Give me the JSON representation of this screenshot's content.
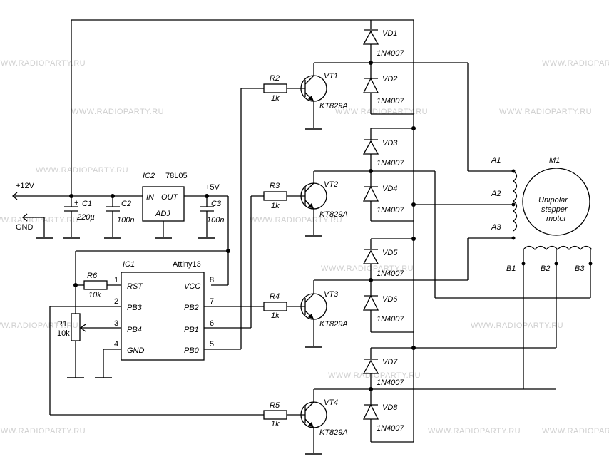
{
  "watermark": "WWW.RADIOPARTY.RU",
  "power": {
    "plus12": "+12V",
    "gnd": "GND",
    "plus5": "+5V"
  },
  "caps": {
    "c1": {
      "name": "C1",
      "value": "220µ"
    },
    "c2": {
      "name": "C2",
      "value": "100n"
    },
    "c3": {
      "name": "C3",
      "value": "100n"
    }
  },
  "regulator": {
    "name": "IC2",
    "part": "78L05",
    "in": "IN",
    "out": "OUT",
    "adj": "ADJ"
  },
  "mcu": {
    "name": "IC1",
    "part": "Attiny13",
    "pins_left": [
      {
        "num": "1",
        "label": "RST"
      },
      {
        "num": "2",
        "label": "PB3"
      },
      {
        "num": "3",
        "label": "PB4"
      },
      {
        "num": "4",
        "label": "GND"
      }
    ],
    "pins_right": [
      {
        "num": "8",
        "label": "VCC"
      },
      {
        "num": "7",
        "label": "PB2"
      },
      {
        "num": "6",
        "label": "PB1"
      },
      {
        "num": "5",
        "label": "PB0"
      }
    ]
  },
  "r6": {
    "name": "R6",
    "value": "10k"
  },
  "r1": {
    "name": "R1",
    "value": "10k"
  },
  "base_resistors": [
    {
      "name": "R2",
      "value": "1k"
    },
    {
      "name": "R3",
      "value": "1k"
    },
    {
      "name": "R4",
      "value": "1k"
    },
    {
      "name": "R5",
      "value": "1k"
    }
  ],
  "transistors": [
    {
      "name": "VT1",
      "part": "KT829A"
    },
    {
      "name": "VT2",
      "part": "KT829A"
    },
    {
      "name": "VT3",
      "part": "KT829A"
    },
    {
      "name": "VT4",
      "part": "KT829A"
    }
  ],
  "diodes": [
    {
      "name": "VD1",
      "part": "1N4007"
    },
    {
      "name": "VD2",
      "part": "1N4007"
    },
    {
      "name": "VD3",
      "part": "1N4007"
    },
    {
      "name": "VD4",
      "part": "1N4007"
    },
    {
      "name": "VD5",
      "part": "1N4007"
    },
    {
      "name": "VD6",
      "part": "1N4007"
    },
    {
      "name": "VD7",
      "part": "1N4007"
    },
    {
      "name": "VD8",
      "part": "1N4007"
    }
  ],
  "motor": {
    "name": "M1",
    "line1": "Unipolar",
    "line2": "stepper",
    "line3": "motor",
    "a1": "A1",
    "a2": "A2",
    "a3": "A3",
    "b1": "B1",
    "b2": "B2",
    "b3": "B3"
  }
}
